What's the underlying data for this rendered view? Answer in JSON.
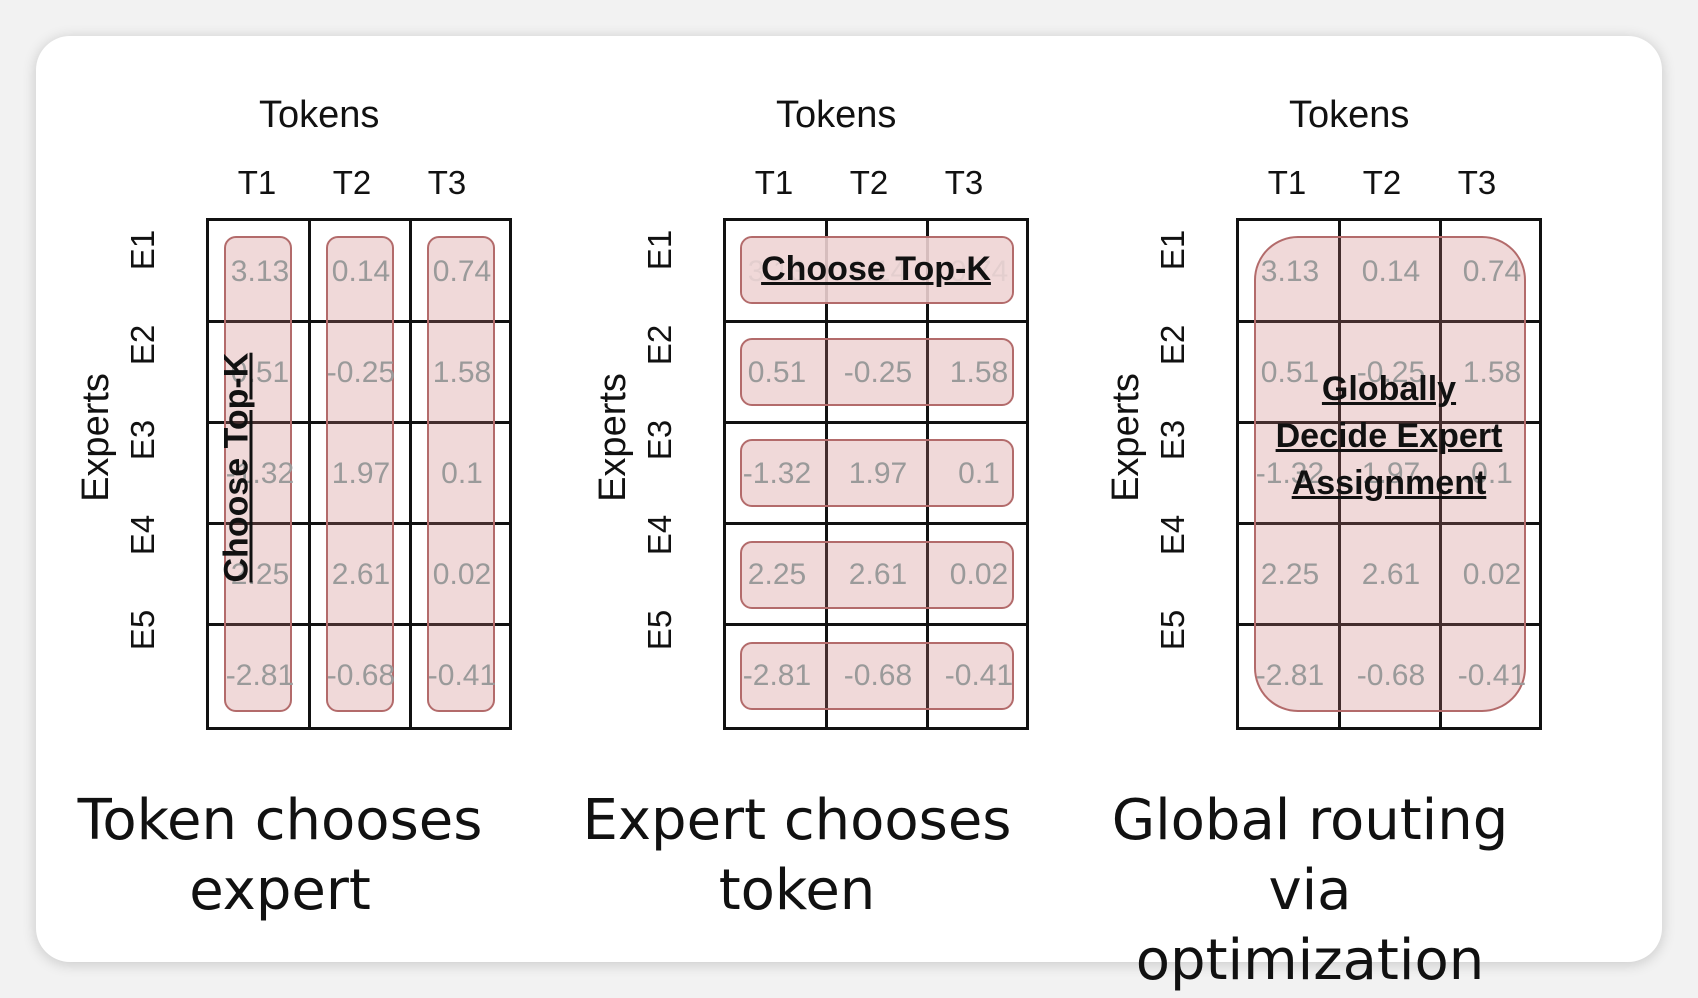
{
  "tokens_label": "Tokens",
  "experts_label": "Experts",
  "token_headers": [
    "T1",
    "T2",
    "T3"
  ],
  "expert_headers": [
    "E1",
    "E2",
    "E3",
    "E4",
    "E5"
  ],
  "values": [
    [
      "3.13",
      "0.14",
      "0.74"
    ],
    [
      "0.51",
      "-0.25",
      "1.58"
    ],
    [
      "-1.32",
      "1.97",
      "0.1"
    ],
    [
      "2.25",
      "2.61",
      "0.02"
    ],
    [
      "-2.81",
      "-0.68",
      "-0.41"
    ]
  ],
  "panels": [
    {
      "annotation": "Choose Top-K",
      "caption_line1": "Token chooses",
      "caption_line2": "expert",
      "highlight": "columns"
    },
    {
      "annotation": "Choose Top-K",
      "caption_line1": "Expert chooses",
      "caption_line2": "token",
      "highlight": "rows"
    },
    {
      "annotation_line1": "Globally",
      "annotation_line2": "Decide Expert",
      "annotation_line3": "Assignment",
      "caption_line1": "Global routing via",
      "caption_line2": "optimization",
      "highlight": "all"
    }
  ],
  "colors": {
    "highlight_fill": "#e8c4c4",
    "highlight_border": "#b36b6b",
    "cell_text": "#9a9a9a"
  }
}
